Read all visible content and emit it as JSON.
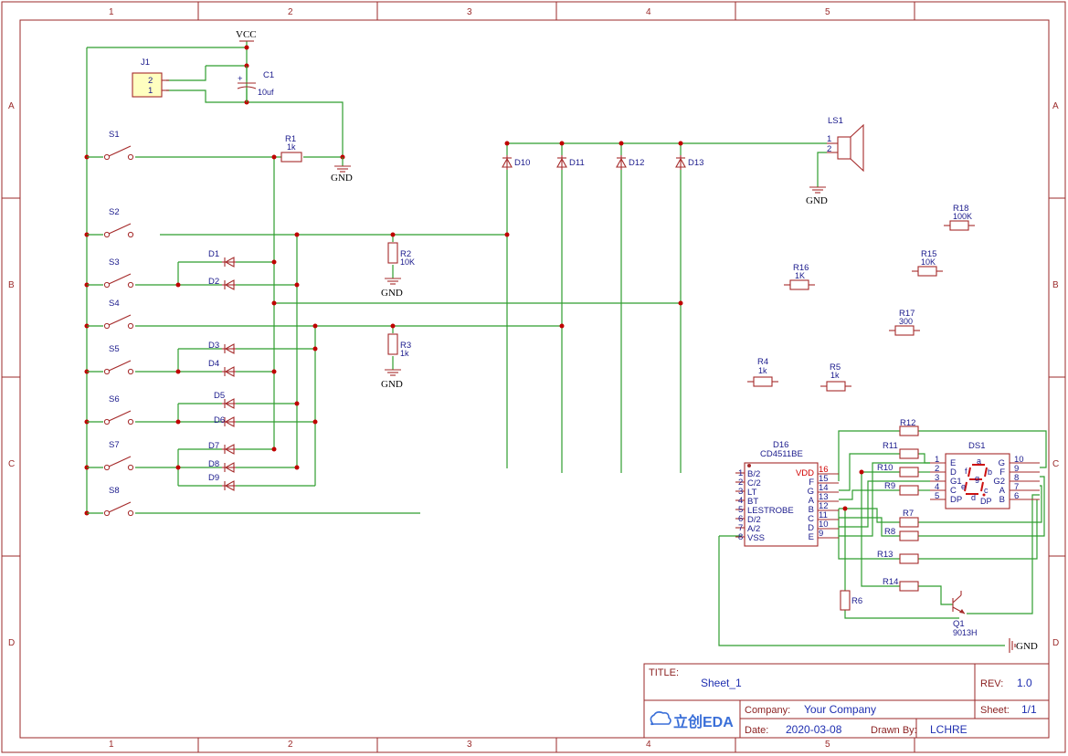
{
  "border": {
    "columns": [
      "1",
      "2",
      "3",
      "4",
      "5"
    ],
    "rows": [
      "A",
      "B",
      "C",
      "D"
    ]
  },
  "nets": {
    "vcc": "VCC",
    "gnd": "GND"
  },
  "components": {
    "J1": {
      "ref": "J1",
      "pin2": "2",
      "pin1": "1"
    },
    "C1": {
      "ref": "C1",
      "value": "10uf",
      "polarity": "+"
    },
    "R1": {
      "ref": "R1",
      "value": "1k"
    },
    "R2": {
      "ref": "R2",
      "value": "10K"
    },
    "R3": {
      "ref": "R3",
      "value": "1k"
    },
    "R4": {
      "ref": "R4",
      "value": "1k"
    },
    "R5": {
      "ref": "R5",
      "value": "1k"
    },
    "R6": {
      "ref": "R6"
    },
    "R7": {
      "ref": "R7"
    },
    "R8": {
      "ref": "R8"
    },
    "R9": {
      "ref": "R9"
    },
    "R10": {
      "ref": "R10"
    },
    "R11": {
      "ref": "R11"
    },
    "R12": {
      "ref": "R12"
    },
    "R13": {
      "ref": "R13"
    },
    "R14": {
      "ref": "R14"
    },
    "R15": {
      "ref": "R15",
      "value": "10K"
    },
    "R16": {
      "ref": "R16",
      "value": "1K"
    },
    "R17": {
      "ref": "R17",
      "value": "300"
    },
    "R18": {
      "ref": "R18",
      "value": "100K"
    },
    "switches": [
      "S1",
      "S2",
      "S3",
      "S4",
      "S5",
      "S6",
      "S7",
      "S8"
    ],
    "diodes_left": [
      "D1",
      "D2",
      "D3",
      "D4",
      "D5",
      "D6",
      "D7",
      "D8",
      "D9"
    ],
    "diodes_top": [
      "D10",
      "D11",
      "D12",
      "D13"
    ],
    "LS1": {
      "ref": "LS1",
      "pin1": "1",
      "pin2": "2"
    },
    "Q1": {
      "ref": "Q1",
      "value": "9013H"
    },
    "D16": {
      "ref": "D16",
      "value": "CD4511BE",
      "left_pins": [
        {
          "num": "1",
          "name": "B/2"
        },
        {
          "num": "2",
          "name": "C/2"
        },
        {
          "num": "3",
          "name": "LT"
        },
        {
          "num": "4",
          "name": "BT"
        },
        {
          "num": "5",
          "name": "LESTROBE"
        },
        {
          "num": "6",
          "name": "D/2"
        },
        {
          "num": "7",
          "name": "A/2"
        },
        {
          "num": "8",
          "name": "VSS"
        }
      ],
      "right_pins": [
        {
          "num": "16",
          "name": "VDD"
        },
        {
          "num": "15",
          "name": "F"
        },
        {
          "num": "14",
          "name": "G"
        },
        {
          "num": "13",
          "name": "A"
        },
        {
          "num": "12",
          "name": "B"
        },
        {
          "num": "11",
          "name": "C"
        },
        {
          "num": "10",
          "name": "D"
        },
        {
          "num": "9",
          "name": "E"
        }
      ]
    },
    "DS1": {
      "ref": "DS1",
      "left_pins": [
        {
          "num": "1",
          "name": "E"
        },
        {
          "num": "2",
          "name": "D"
        },
        {
          "num": "3",
          "name": "G1"
        },
        {
          "num": "4",
          "name": "C"
        },
        {
          "num": "5",
          "name": "DP"
        }
      ],
      "right_pins": [
        {
          "num": "10",
          "name": "G"
        },
        {
          "num": "9",
          "name": "F"
        },
        {
          "num": "8",
          "name": "G2"
        },
        {
          "num": "7",
          "name": "A"
        },
        {
          "num": "6",
          "name": "B"
        }
      ],
      "segments": [
        "a",
        "b",
        "c",
        "d",
        "e",
        "f",
        "g",
        "DP"
      ]
    }
  },
  "title_block": {
    "title_label": "TITLE:",
    "title": "Sheet_1",
    "rev_label": "REV:",
    "rev": "1.0",
    "company_label": "Company:",
    "company": "Your Company",
    "sheet_label": "Sheet:",
    "sheet": "1/1",
    "date_label": "Date:",
    "date": "2020-03-08",
    "drawn_label": "Drawn By:",
    "drawn_by": "LCHRE",
    "logo": "立创EDA"
  }
}
